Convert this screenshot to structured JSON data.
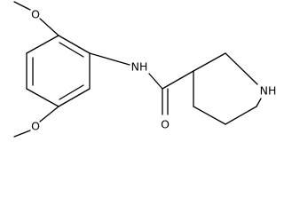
{
  "molecule": {
    "atoms": {
      "o_top": "O",
      "o_bottom": "O",
      "amide_nh": "NH",
      "carbonyl_o": "O",
      "ring_nh": "NH"
    }
  },
  "colors": {
    "bond": "#000000",
    "text": "#000000",
    "background": "#ffffff"
  }
}
